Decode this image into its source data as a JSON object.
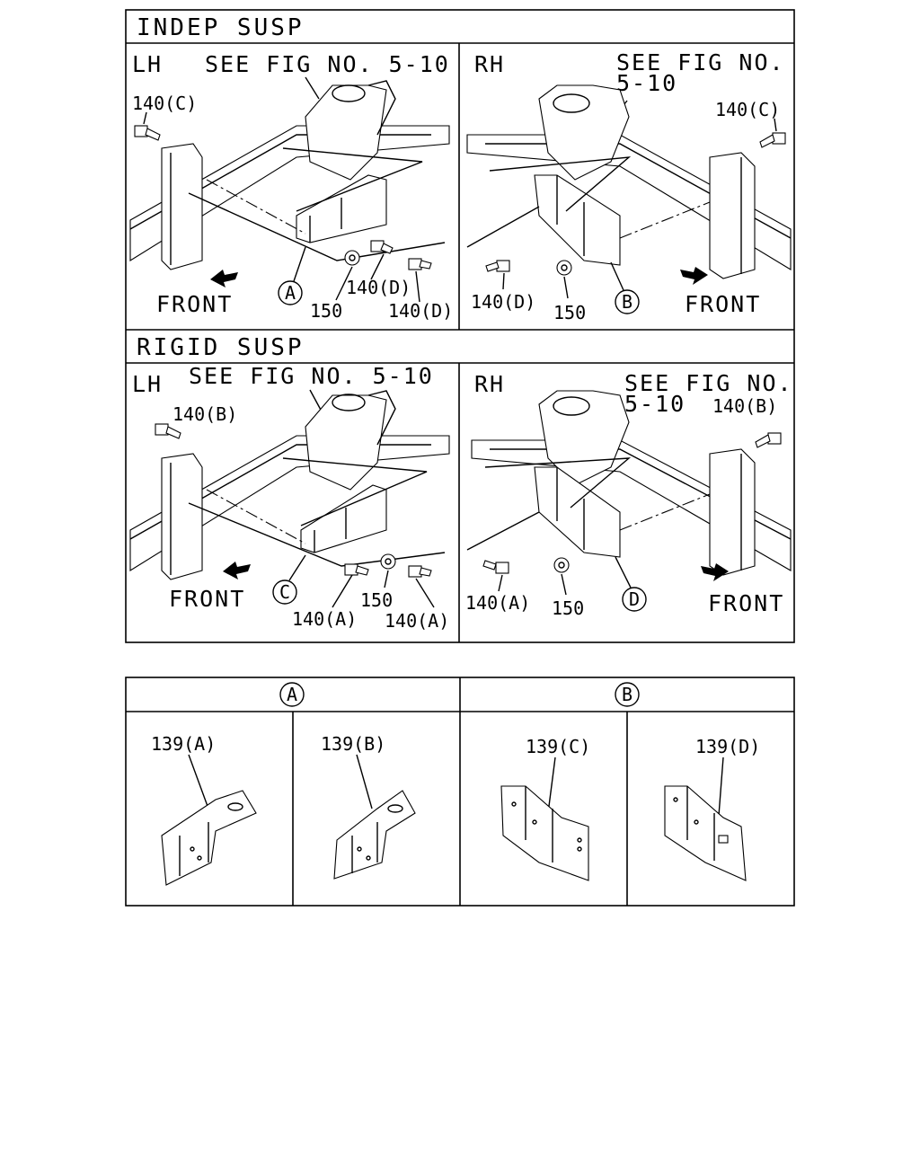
{
  "sections": {
    "indep_title": "INDEP SUSP",
    "rigid_title": "RIGID SUSP"
  },
  "panels": {
    "indep_lh": {
      "side": "LH",
      "see_fig": "SEE FIG NO. 5-10",
      "bolt_top": "140(C)",
      "bolt_1": "140(D)",
      "bolt_2": "140(D)",
      "nut": "150",
      "callout": "A",
      "front": "FRONT"
    },
    "indep_rh": {
      "side": "RH",
      "see_fig_1": "SEE FIG NO.",
      "see_fig_2": "5-10",
      "bolt_top": "140(C)",
      "bolt_1": "140(D)",
      "nut": "150",
      "callout": "B",
      "front": "FRONT"
    },
    "rigid_lh": {
      "side": "LH",
      "see_fig": "SEE FIG NO. 5-10",
      "bolt_top": "140(B)",
      "bolt_1": "140(A)",
      "bolt_2": "140(A)",
      "nut": "150",
      "callout": "C",
      "front": "FRONT"
    },
    "rigid_rh": {
      "side": "RH",
      "see_fig_1": "SEE FIG NO.",
      "see_fig_2": "5-10",
      "bolt_top": "140(B)",
      "bolt_1": "140(A)",
      "nut": "150",
      "callout": "D",
      "front": "FRONT"
    }
  },
  "detail_table": {
    "header_a": "A",
    "header_b": "B",
    "parts": [
      {
        "label": "139(A)"
      },
      {
        "label": "139(B)"
      },
      {
        "label": "139(C)"
      },
      {
        "label": "139(D)"
      }
    ]
  }
}
